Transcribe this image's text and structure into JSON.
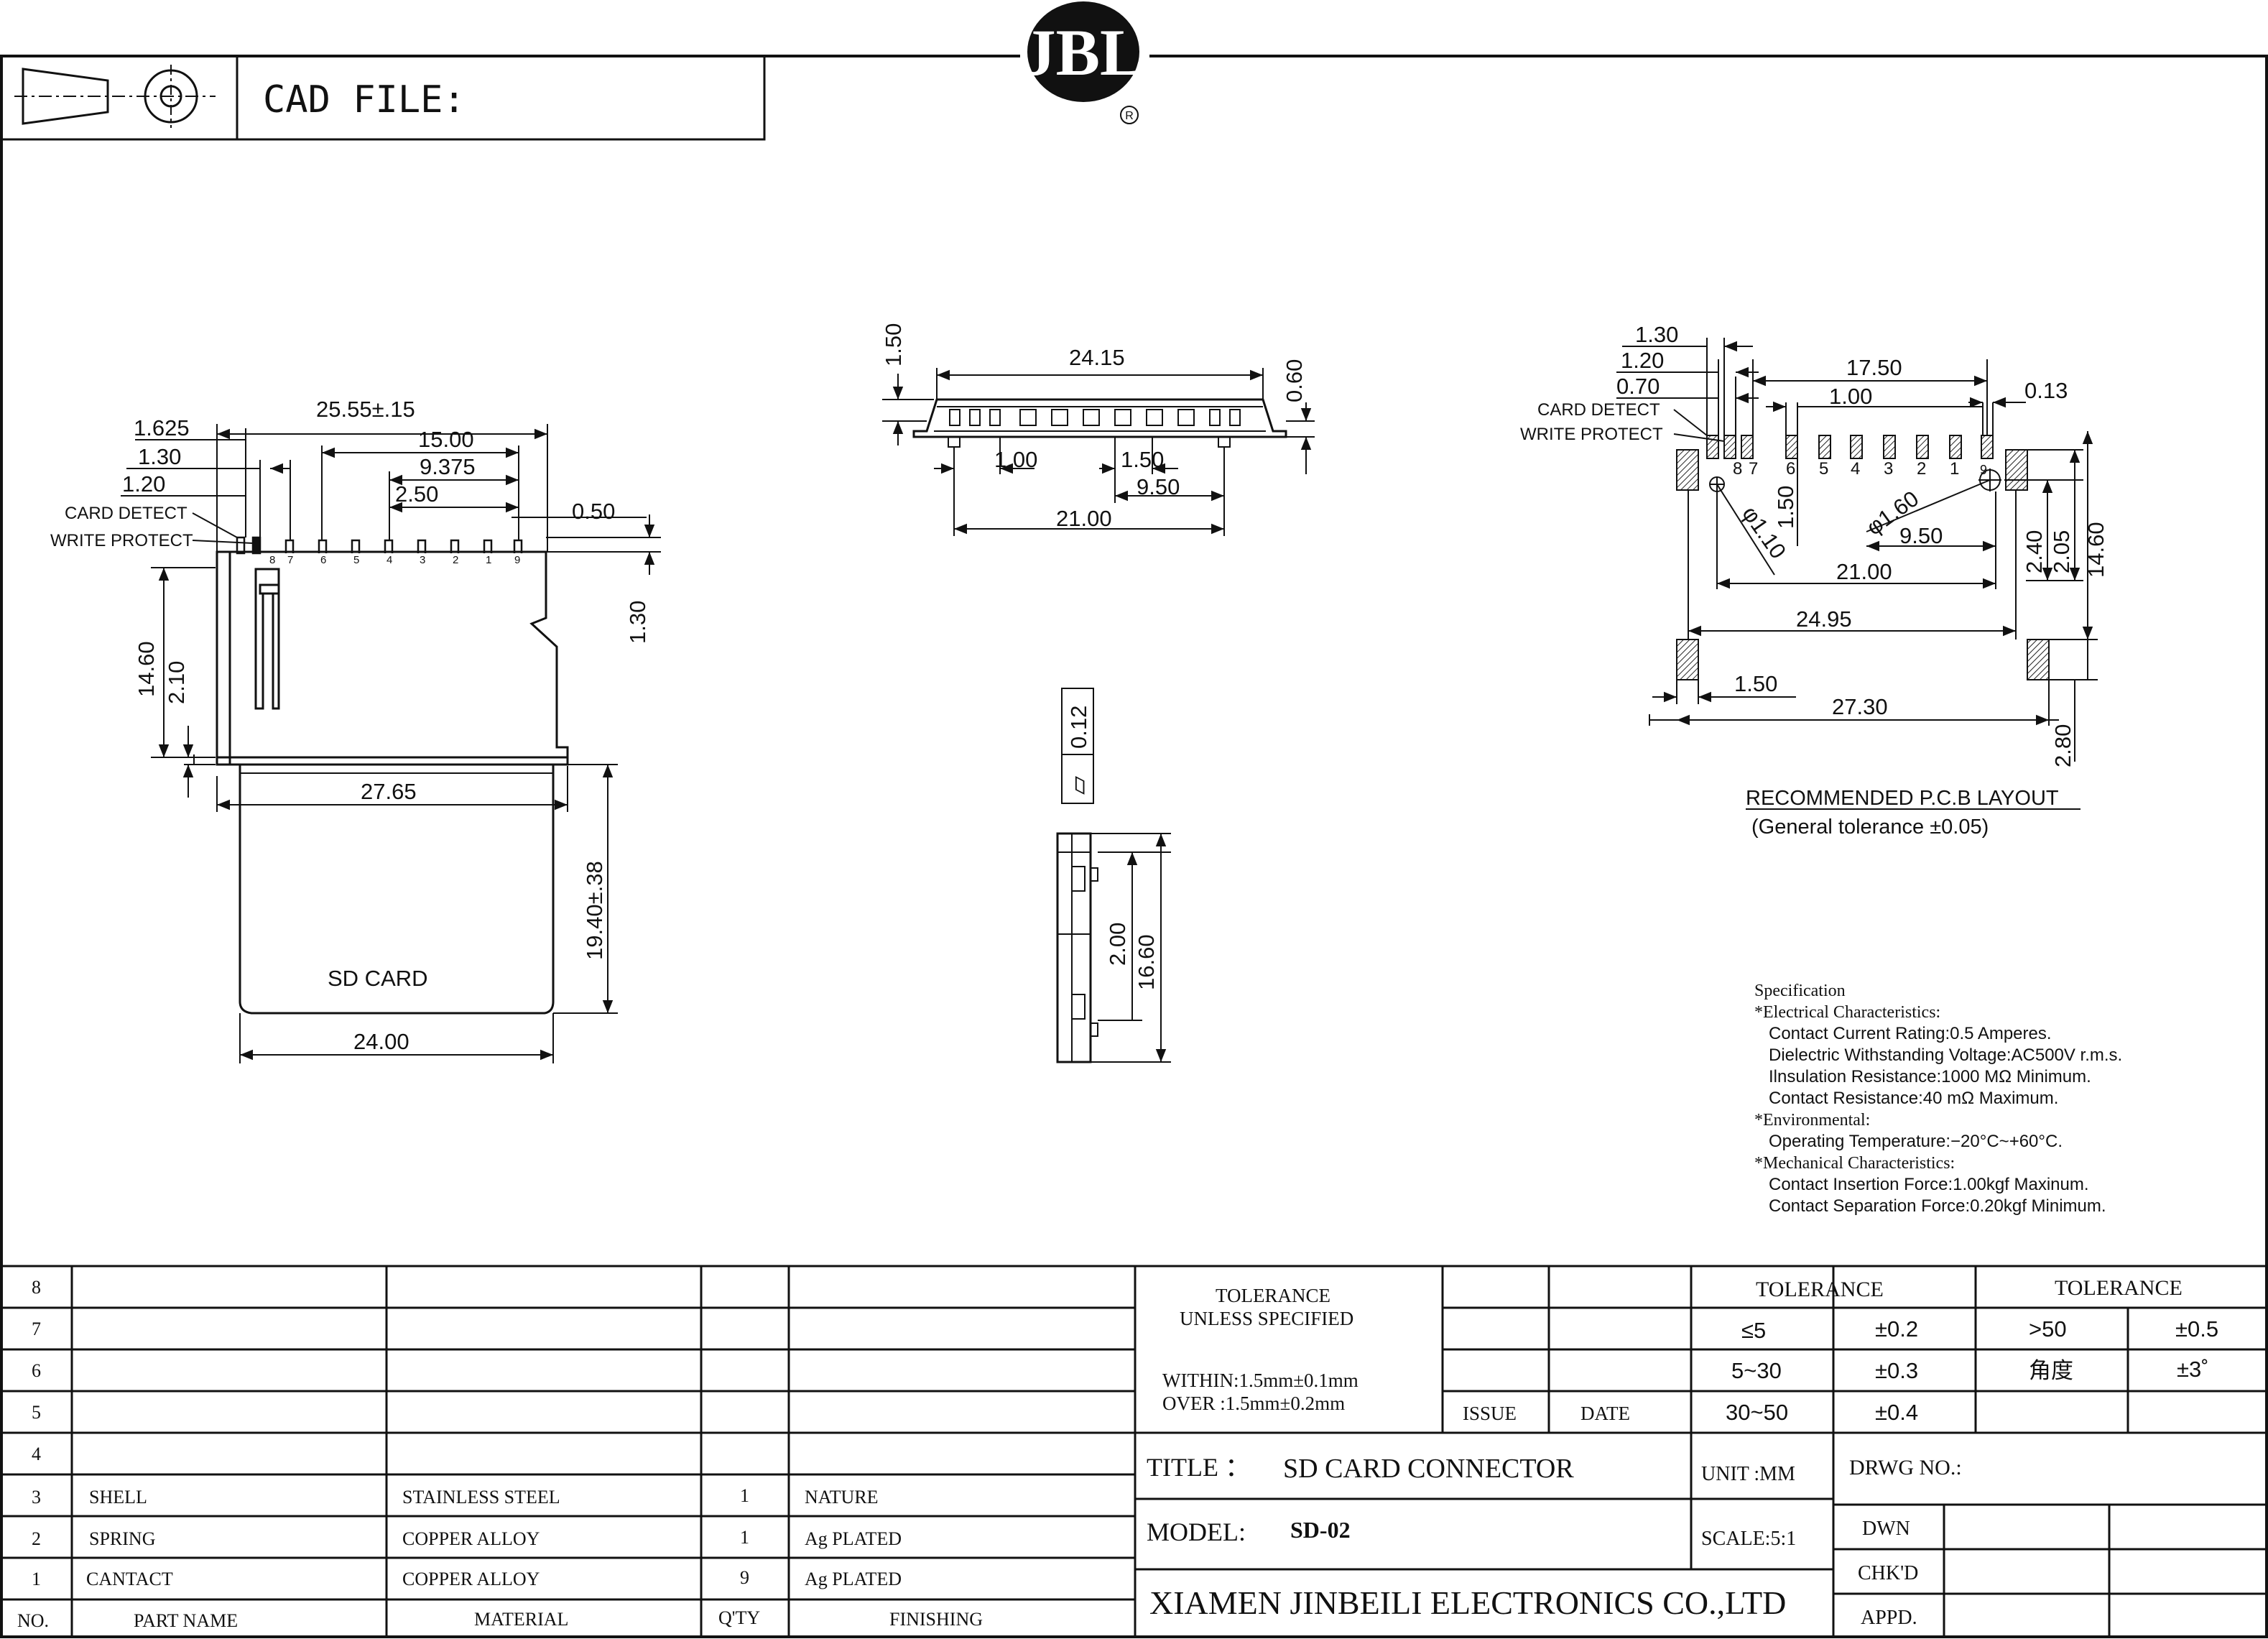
{
  "header": {
    "cad_file_label": "CAD FILE:",
    "logo_text": "JBL",
    "registered_mark": "R"
  },
  "front_view": {
    "labels": {
      "card_detect": "CARD DETECT",
      "write_protect": "WRITE PROTECT",
      "sd_card": "SD CARD"
    },
    "dims": {
      "d_1625": "1.625",
      "d_130": "1.30",
      "d_120": "1.20",
      "d_2555": "25.55±.15",
      "d_1500": "15.00",
      "d_9375": "9.375",
      "d_250": "2.50",
      "d_050": "0.50",
      "d_130_side": "1.30",
      "d_1460": "14.60",
      "d_210": "2.10",
      "d_2765": "27.65",
      "d_1940": "19.40±.38",
      "d_2400": "24.00"
    },
    "pin_numbers": [
      "8",
      "7",
      "6",
      "5",
      "4",
      "3",
      "2",
      "1",
      "9"
    ]
  },
  "top_view": {
    "dims": {
      "d_150": "1.50",
      "d_2415": "24.15",
      "d_060": "0.60",
      "d_100": "1.00",
      "d_150b": "1.50",
      "d_950": "9.50",
      "d_2100": "21.00"
    }
  },
  "side_view": {
    "flatness_symbol": "▱",
    "flatness_value": "0.12",
    "dims": {
      "d_200": "2.00",
      "d_1660": "16.60"
    }
  },
  "pcb_layout": {
    "labels": {
      "card_detect": "CARD DETECT",
      "write_protect": "WRITE PROTECT"
    },
    "pin_numbers": [
      "8",
      "7",
      "6",
      "5",
      "4",
      "3",
      "2",
      "1",
      "9"
    ],
    "dims": {
      "d_130": "1.30",
      "d_120": "1.20",
      "d_070": "0.70",
      "d_1750": "17.50",
      "d_100": "1.00",
      "d_013": "0.13",
      "d_phi110": "φ1.10",
      "d_150": "1.50",
      "d_phi160": "φ1.60",
      "d_950": "9.50",
      "d_240": "2.40",
      "d_205": "2.05",
      "d_1460": "14.60",
      "d_2100": "21.00",
      "d_2495": "24.95",
      "d_150b": "1.50",
      "d_2730": "27.30",
      "d_280": "2.80"
    },
    "title": "RECOMMENDED P.C.B LAYOUT",
    "subtitle": "(General tolerance ±0.05)"
  },
  "specification": {
    "title": "Specification",
    "lines": [
      "*Electrical Characteristics:",
      "  Contact Current Rating:0.5 Amperes.",
      "  Dielectric Withstanding Voltage:AC500V r.m.s.",
      "  Ilnsulation Resistance:1000 MΩ Minimum.",
      "  Contact Resistance:40 mΩ Maximum.",
      "*Environmental:",
      "  Operating Temperature:−20°C~+60°C.",
      "*Mechanical Characteristics:",
      "  Contact Insertion Force:1.00kgf Maxinum.",
      "  Contact Separation Force:0.20kgf Minimum."
    ]
  },
  "bom": {
    "row_numbers": [
      "8",
      "7",
      "6",
      "5",
      "4",
      "3",
      "2",
      "1"
    ],
    "rows": [
      {
        "no": "3",
        "part": "SHELL",
        "material": "STAINLESS STEEL",
        "qty": "1",
        "finish": "NATURE"
      },
      {
        "no": "2",
        "part": "SPRING",
        "material": "COPPER ALLOY",
        "qty": "1",
        "finish": "Ag PLATED"
      },
      {
        "no": "1",
        "part": "CANTACT",
        "material": "COPPER ALLOY",
        "qty": "9",
        "finish": "Ag PLATED"
      }
    ],
    "headers": {
      "no": "NO.",
      "part": "PART    NAME",
      "material": "MATERIAL",
      "qty": "Q'TY",
      "finish": "FINISHING"
    }
  },
  "title_block": {
    "tolerance_note_1": "TOLERANCE",
    "tolerance_note_2": "UNLESS SPECIFIED",
    "within": "WITHIN:1.5mm±0.1mm",
    "over": "OVER   :1.5mm±0.2mm",
    "issue": "ISSUE",
    "date": "DATE",
    "tolerance_header_1": "TOLERANCE",
    "tolerance_header_2": "TOLERANCE",
    "tol_rows": [
      {
        "range": "≤5",
        "tol": "±0.2",
        "range2": ">50",
        "tol2": "±0.5"
      },
      {
        "range": "5~30",
        "tol": "±0.3",
        "range2": "角度",
        "tol2": "±3˚"
      },
      {
        "range": "30~50",
        "tol": "±0.4",
        "range2": "",
        "tol2": ""
      }
    ],
    "title_label": "TITLE  ：",
    "title_value": "SD CARD CONNECTOR",
    "unit": "UNIT :MM",
    "drwg_no": "DRWG NO.:",
    "model_label": "MODEL:",
    "model_value": "SD-02",
    "scale": "SCALE:5:1",
    "dwn": "DWN",
    "chkd": "CHK'D",
    "appd": "APPD.",
    "company": "XIAMEN JINBEILI ELECTRONICS CO.,LTD"
  }
}
